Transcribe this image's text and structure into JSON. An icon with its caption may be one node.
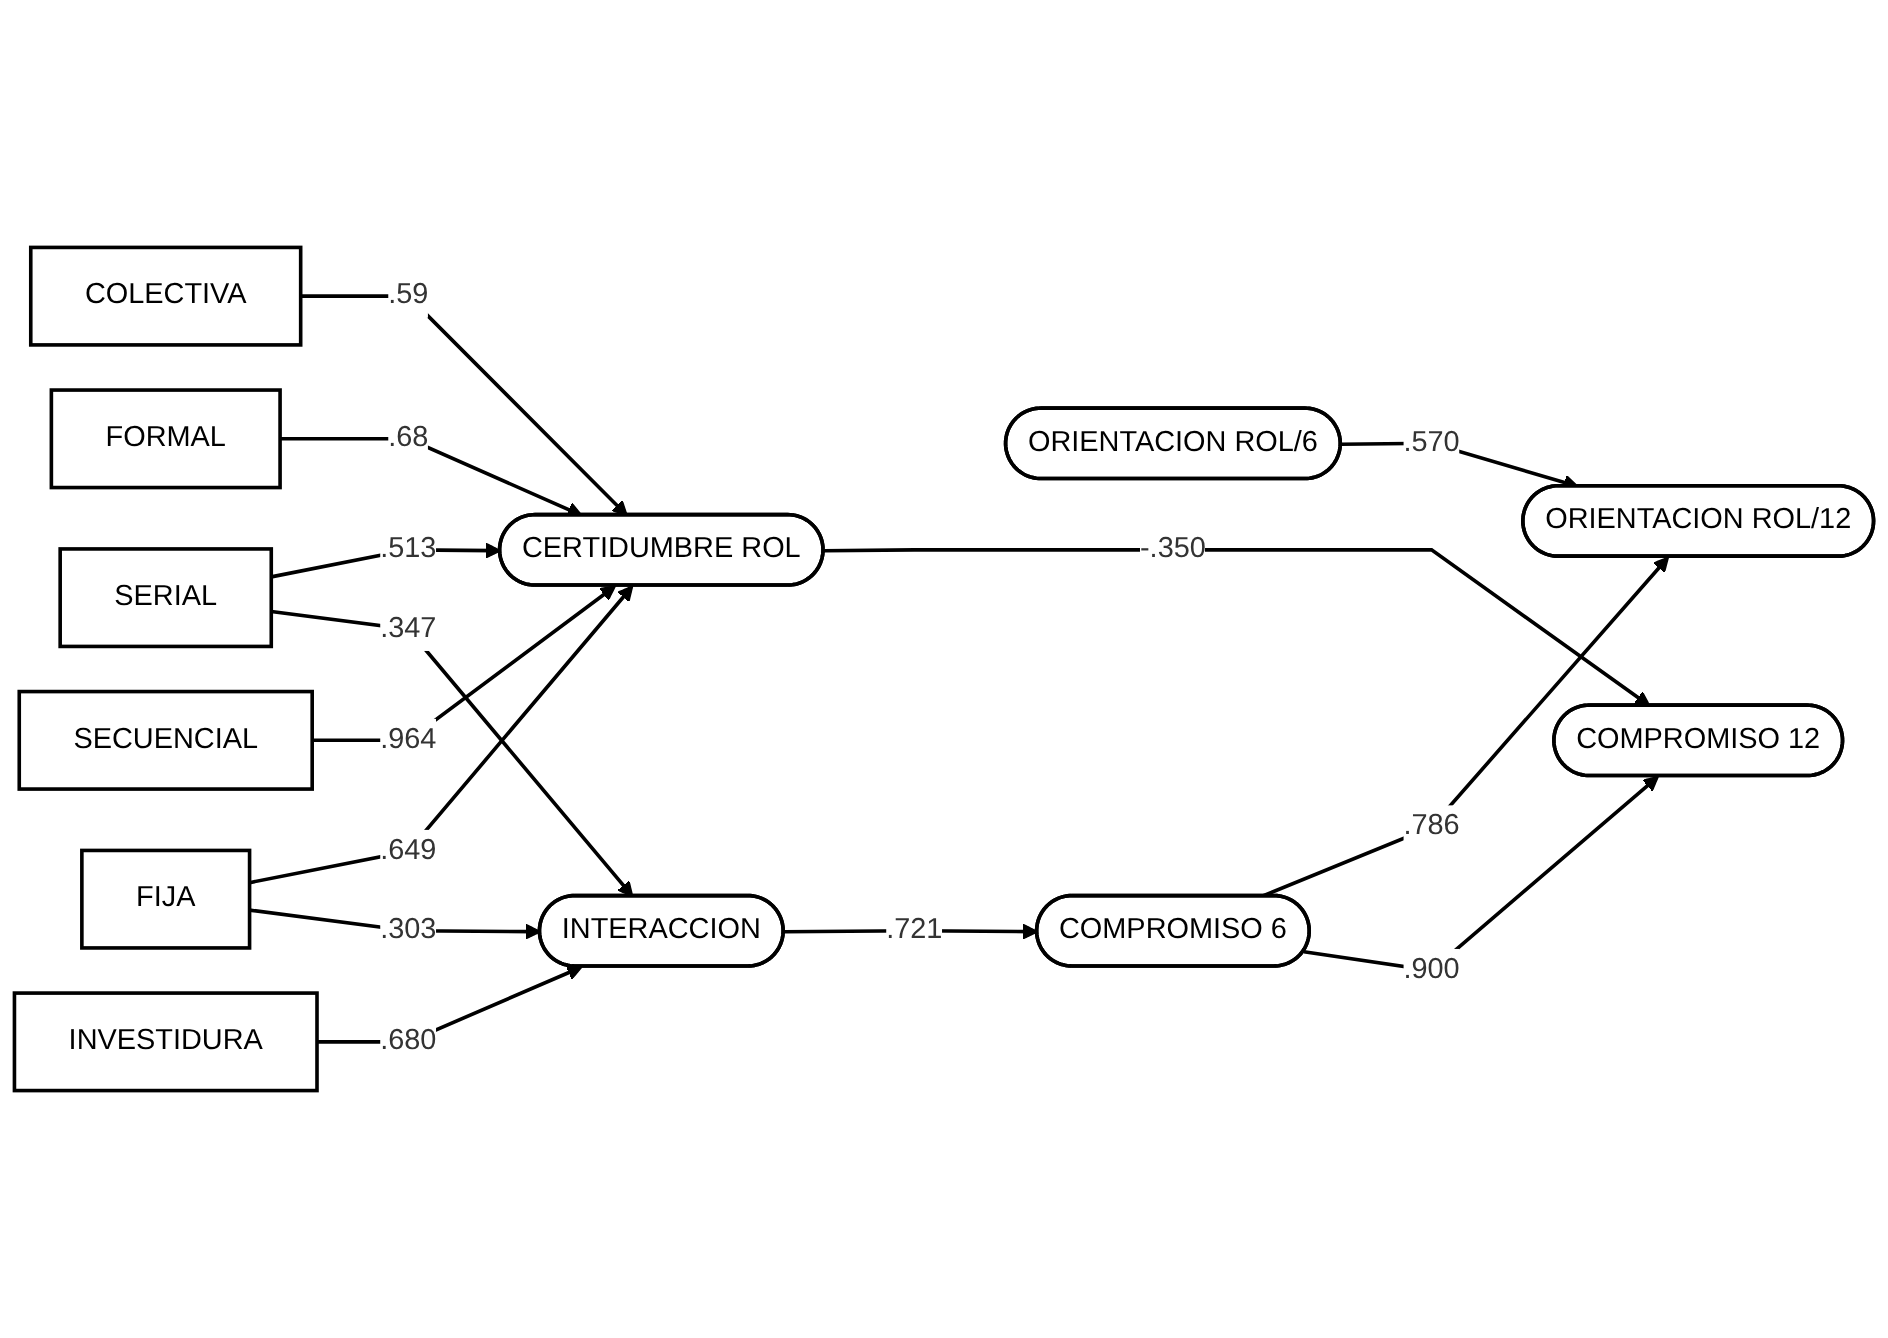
{
  "diagram": {
    "nodes": [
      {
        "text": [
          "SERIAL"
        ]
      },
      {
        "text": [
          "COLECTIVA"
        ]
      },
      {
        "text": [
          "FORMAL"
        ]
      },
      {
        "text": [
          "FIJA"
        ]
      },
      {
        "text": [
          "SECUENCIAL"
        ]
      },
      {
        "text": [
          "INVESTIDURA"
        ]
      },
      {
        "text": [
          "CERTIDUMBRE ROL"
        ]
      },
      {
        "text": [
          "INTERACCION"
        ]
      },
      {
        "text": [
          "COMPROMISO 6"
        ]
      },
      {
        "text": [
          "ORIENTACION ROL/6"
        ]
      },
      {
        "text": [
          "ORIENTACION ROL/12"
        ]
      },
      {
        "text": [
          "COMPROMISO 12"
        ]
      }
    ],
    "edges": [
      {
        "from": 0,
        "to": 6,
        "arrow": "to",
        "label": ".513"
      },
      {
        "from": 0,
        "to": 7,
        "arrow": "to",
        "label": ".347"
      },
      {
        "from": 1,
        "to": 6,
        "arrow": "to",
        "label": ".59"
      },
      {
        "from": 2,
        "to": 6,
        "arrow": "to",
        "label": ".68"
      },
      {
        "from": 3,
        "to": 6,
        "arrow": "to",
        "label": ".649"
      },
      {
        "from": 3,
        "to": 7,
        "arrow": "to",
        "label": ".303"
      },
      {
        "from": 4,
        "to": 6,
        "arrow": "to",
        "label": ".964"
      },
      {
        "from": 5,
        "to": 7,
        "arrow": "to",
        "label": ".680"
      },
      {
        "from": 9,
        "to": 10,
        "arrow": "to",
        "label": ".570"
      },
      {
        "from": 6,
        "to": 11,
        "arrow": "to",
        "label": "-.350"
      },
      {
        "from": 7,
        "to": 8,
        "arrow": "to",
        "label": ".721"
      },
      {
        "from": 8,
        "to": 10,
        "arrow": "to",
        "label": ".786"
      },
      {
        "from": 8,
        "to": 11,
        "arrow": "to",
        "label": ".900"
      }
    ]
  }
}
